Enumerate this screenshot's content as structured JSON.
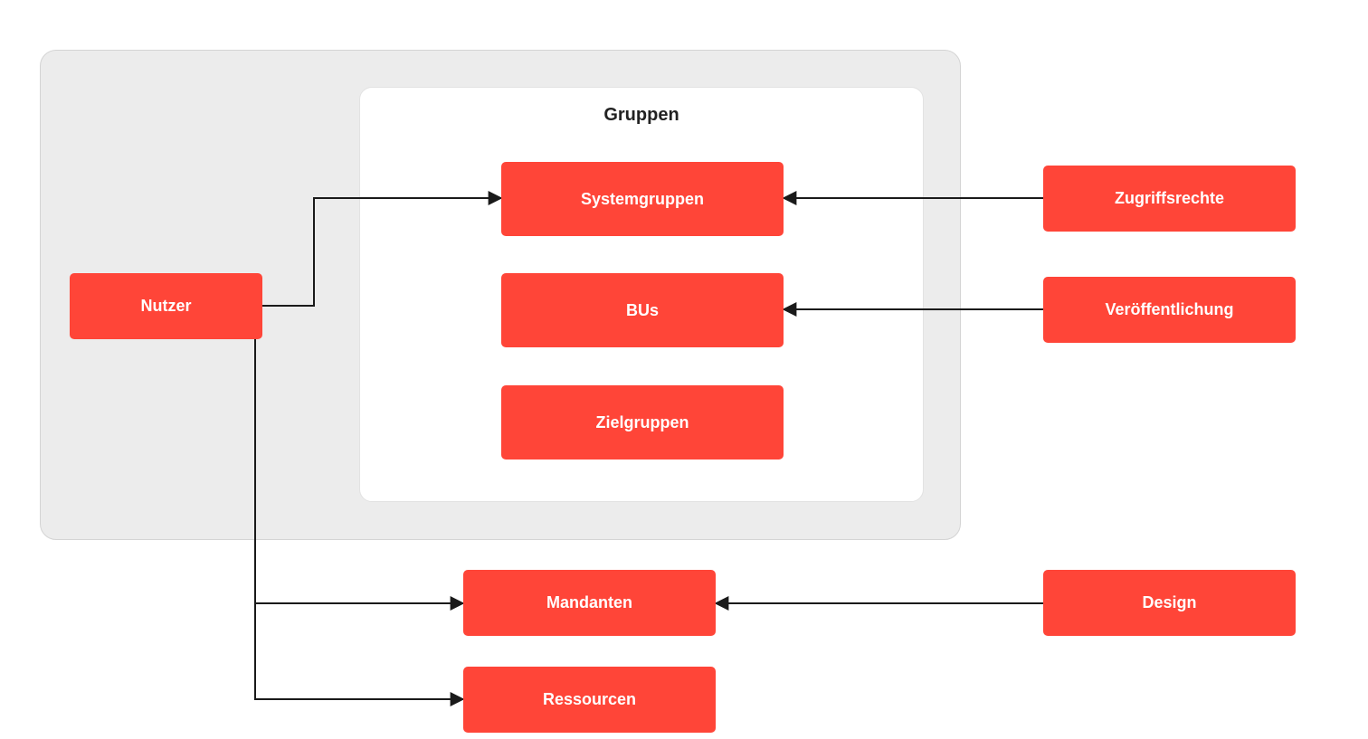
{
  "group_title": "Gruppen",
  "nodes": {
    "nutzer": "Nutzer",
    "systemgruppen": "Systemgruppen",
    "bus": "BUs",
    "zielgruppen": "Zielgruppen",
    "zugriffsrechte": "Zugriffsrechte",
    "veroeffentlichung": "Veröffentlichung",
    "mandanten": "Mandanten",
    "ressourcen": "Ressourcen",
    "design": "Design"
  },
  "colors": {
    "node_fill": "#ff4538",
    "node_text": "#ffffff",
    "outer_fill": "#ececec",
    "edge": "#1a1a1a"
  },
  "edges": [
    {
      "from": "nutzer",
      "to": "systemgruppen"
    },
    {
      "from": "nutzer",
      "to": "mandanten"
    },
    {
      "from": "nutzer",
      "to": "ressourcen"
    },
    {
      "from": "zugriffsrechte",
      "to": "systemgruppen"
    },
    {
      "from": "veroeffentlichung",
      "to": "bus"
    },
    {
      "from": "design",
      "to": "mandanten"
    }
  ]
}
